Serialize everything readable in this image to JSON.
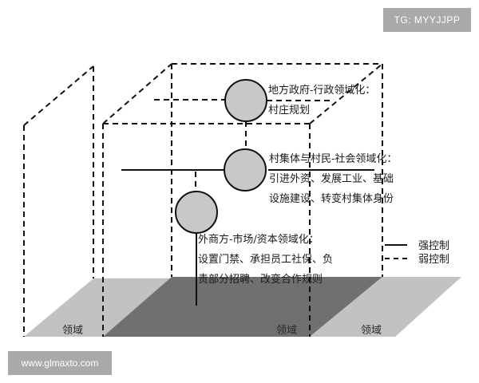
{
  "badges": {
    "top_right": "TG: MYYJJPP",
    "bottom_left": "www.glmaxto.com"
  },
  "nodes": [
    {
      "id": "local-government",
      "title": "地方政府-行政领域化：",
      "lines": [
        "村庄规划"
      ],
      "control": "weak",
      "circle_color": "#c8c8c8"
    },
    {
      "id": "village-collective",
      "title": "村集体与村民-社会领域化：",
      "lines": [
        "引进外资、发展工业、基础",
        "设施建设、转变村集体身份"
      ],
      "control": "strong",
      "circle_color": "#c8c8c8"
    },
    {
      "id": "foreign-investor",
      "title": "外商方-市场/资本领域化：",
      "lines": [
        "设置门禁、承担员工社保、负",
        "责部分招聘、改变合作规则"
      ],
      "control": "strong",
      "circle_color": "#c8c8c8"
    }
  ],
  "floor_labels": [
    "领域",
    "领域",
    "领域"
  ],
  "legend": {
    "strong": "强控制",
    "weak": "弱控制"
  },
  "colors": {
    "floor_light": "#c2c2c2",
    "floor_dark": "#707070",
    "line": "#111111",
    "badge": "#a9a9a9"
  }
}
